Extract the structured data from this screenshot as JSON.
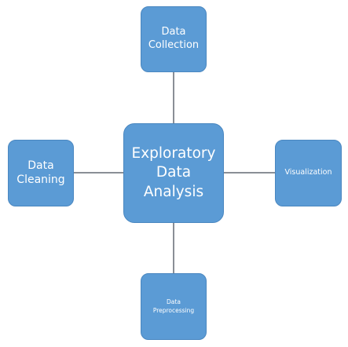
{
  "diagram": {
    "center": {
      "label": "Exploratory\nData\nAnalysis"
    },
    "nodes": {
      "top": {
        "label": "Data\nCollection"
      },
      "left": {
        "label": "Data\nCleaning"
      },
      "right": {
        "label": "Visualization"
      },
      "bottom": {
        "label": "Data\nPreprocessing"
      }
    },
    "colors": {
      "node_fill": "#5b9bd5",
      "node_border": "#4a87c0",
      "connector": "#8a8f96",
      "text": "#ffffff"
    }
  }
}
